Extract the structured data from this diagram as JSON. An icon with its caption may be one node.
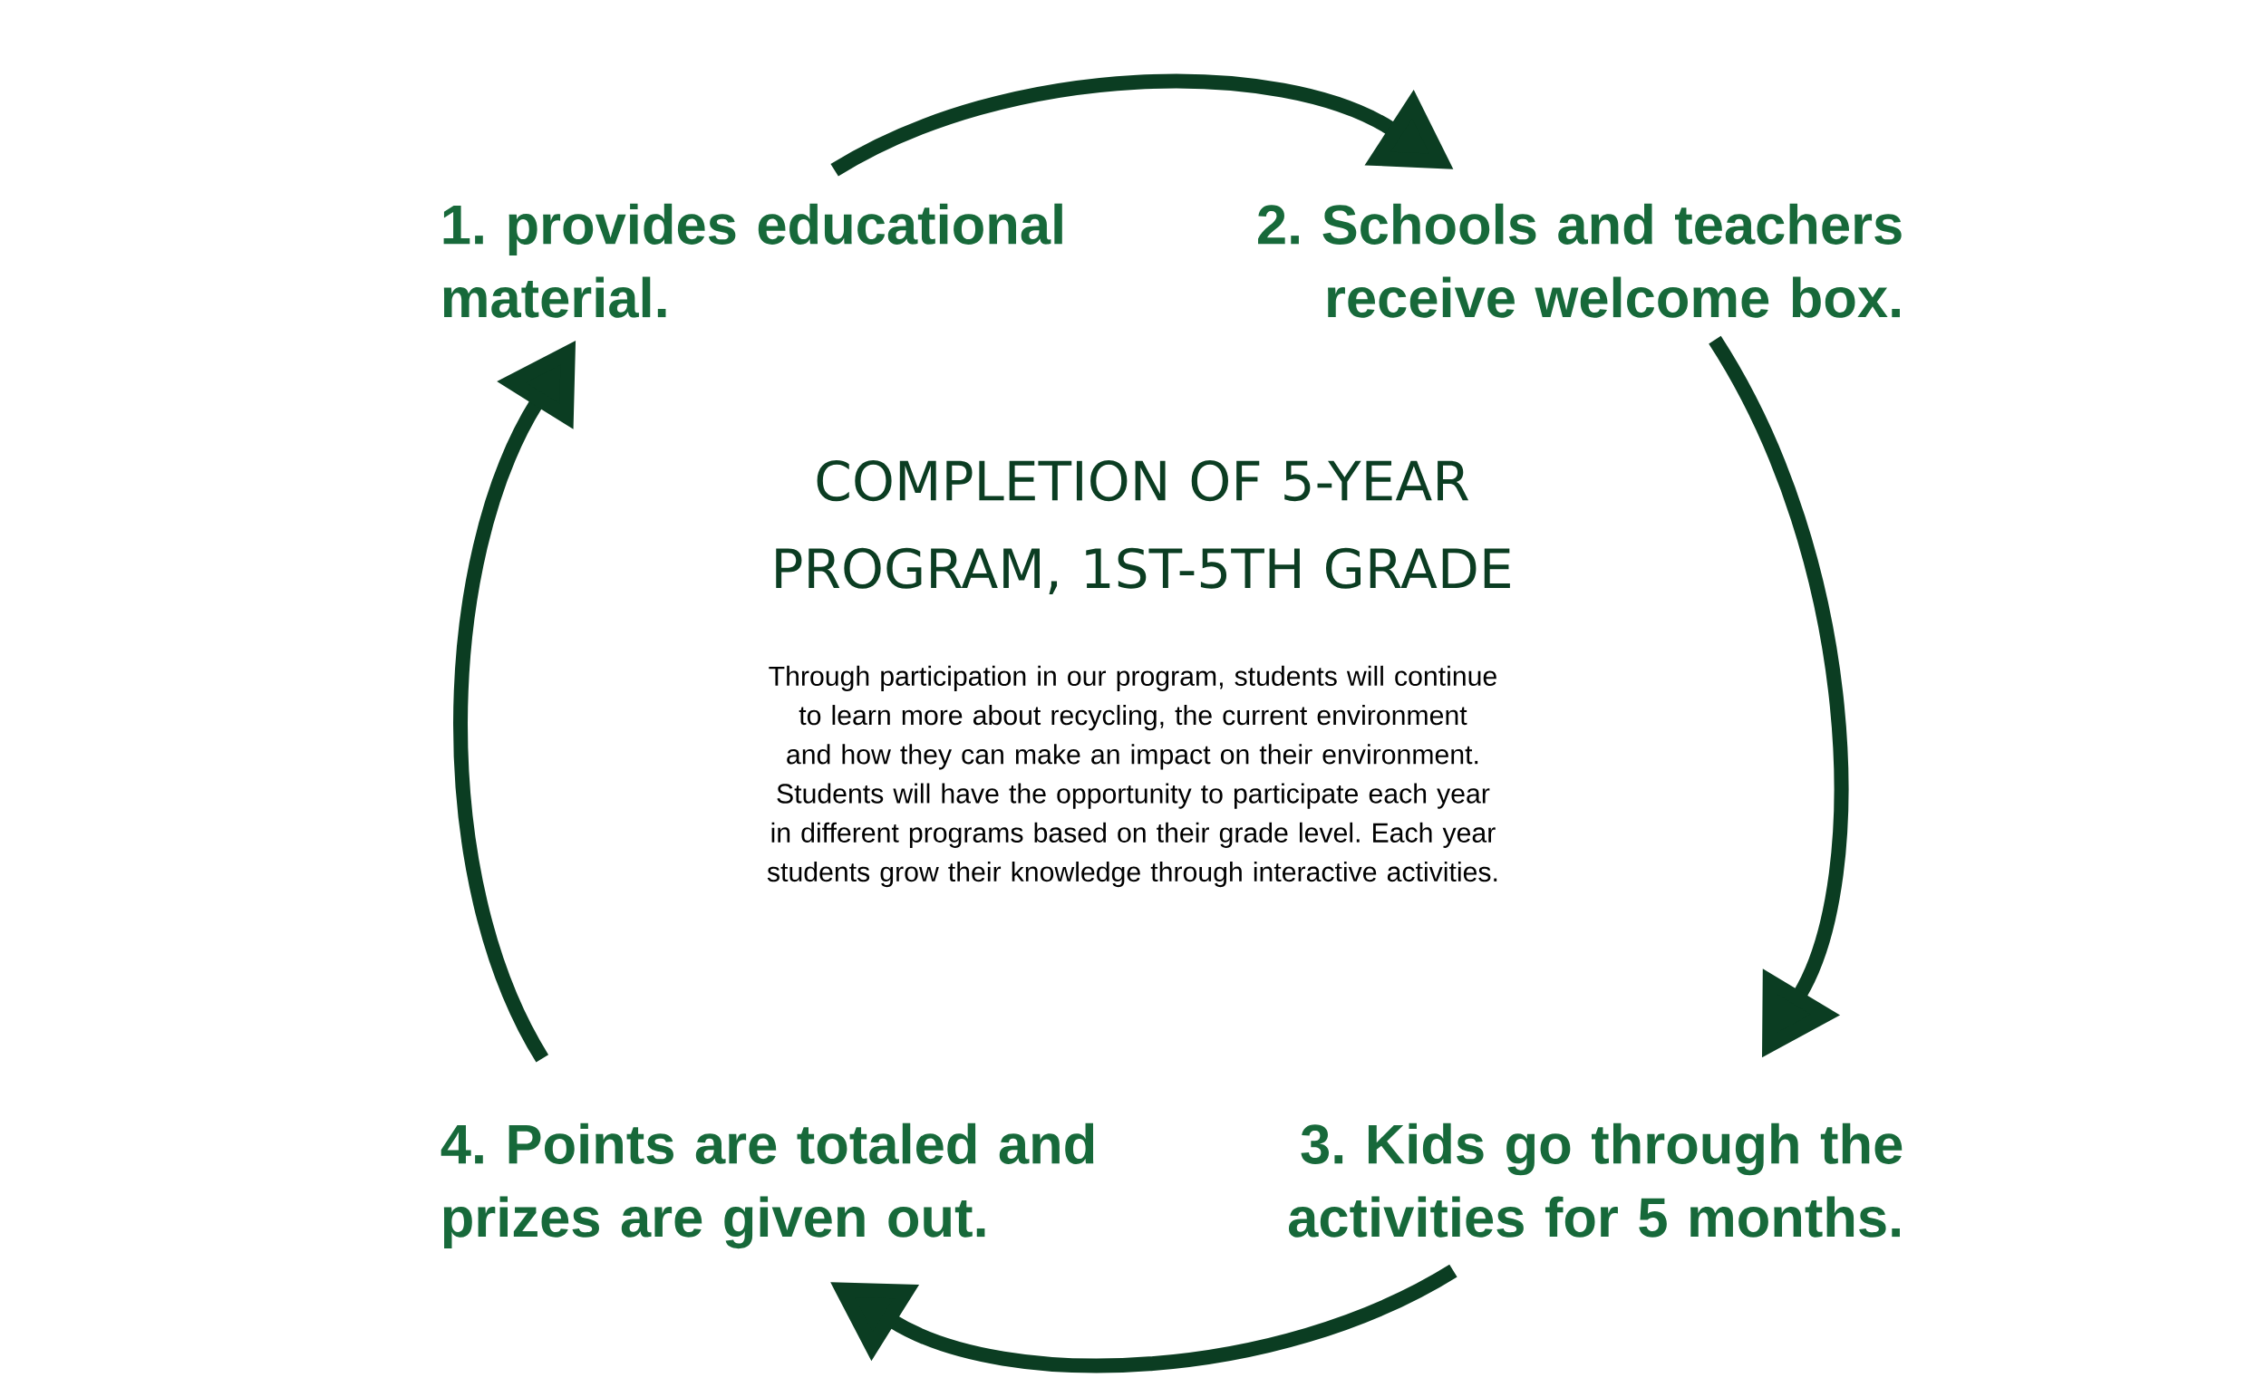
{
  "diagram": {
    "title": "COMPLETION OF 5-YEAR PROGRAM, 1ST-5TH GRADE",
    "nodes": [
      {
        "text": [
          "1. provides educational material."
        ]
      },
      {
        "text": [
          "2. Schools and teachers receive welcome box."
        ]
      },
      {
        "text": [
          "3. Kids go through the activities for 5 months."
        ]
      },
      {
        "text": [
          "4. Points are totaled and prizes are given out."
        ]
      }
    ],
    "edges": [
      {
        "from": 0,
        "to": 1,
        "arrow": "to"
      },
      {
        "from": 1,
        "to": 2,
        "arrow": "to"
      },
      {
        "from": 2,
        "to": 3,
        "arrow": "to"
      },
      {
        "from": 3,
        "to": 0,
        "arrow": "to"
      }
    ],
    "labels": [
      "Through participation in our program, students will continue to learn more about recycling, the current environment and how they can make an impact on their environment. Students will have the opportunity to participate each year in different programs based on their grade level. Each year students grow their knowledge through interactive activities."
    ]
  }
}
